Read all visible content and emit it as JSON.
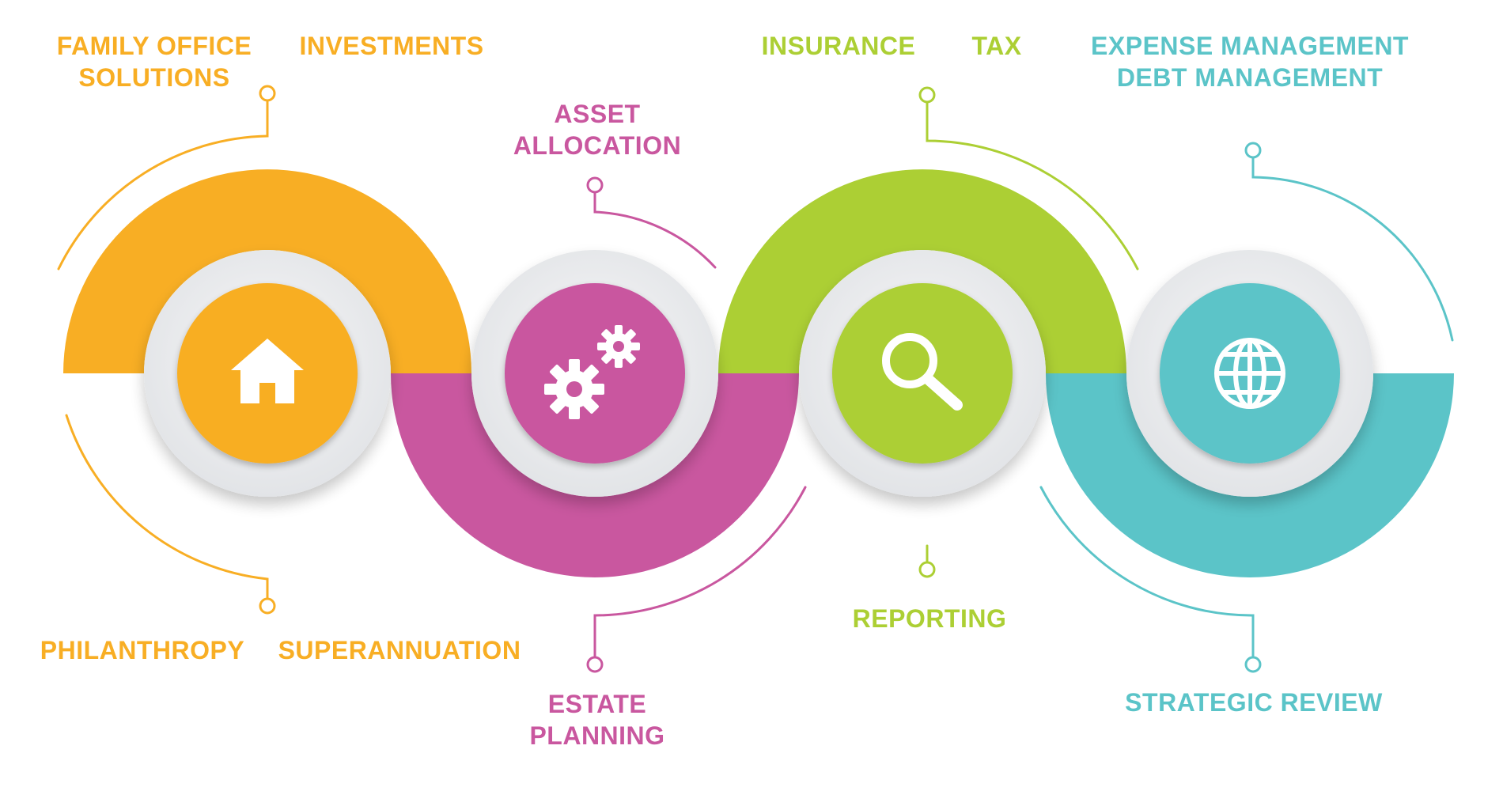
{
  "colors": {
    "orange": "#F8AE24",
    "magenta": "#C9579F",
    "green": "#ACCF34",
    "teal": "#5BC4C8",
    "ring": "#ECEDEF"
  },
  "stages": [
    {
      "key": "orange",
      "icon": "house-icon",
      "color": "#F8AE24",
      "labels": {
        "top_1": "FAMILY OFFICE",
        "top_2": "SOLUTIONS",
        "top_other": "INVESTMENTS",
        "bottom_a": "PHILANTHROPY",
        "bottom_b": "SUPERANNUATION"
      }
    },
    {
      "key": "magenta",
      "icon": "gears-icon",
      "color": "#C9579F",
      "labels": {
        "top_1": "ASSET",
        "top_2": "ALLOCATION",
        "bottom_1": "ESTATE",
        "bottom_2": "PLANNING"
      }
    },
    {
      "key": "green",
      "icon": "magnifier-icon",
      "color": "#ACCF34",
      "labels": {
        "top_a": "INSURANCE",
        "top_b": "TAX",
        "bottom": "REPORTING"
      }
    },
    {
      "key": "teal",
      "icon": "globe-icon",
      "color": "#5BC4C8",
      "labels": {
        "top_1": "EXPENSE MANAGEMENT",
        "top_2": "DEBT MANAGEMENT",
        "bottom": "STRATEGIC REVIEW"
      }
    }
  ]
}
